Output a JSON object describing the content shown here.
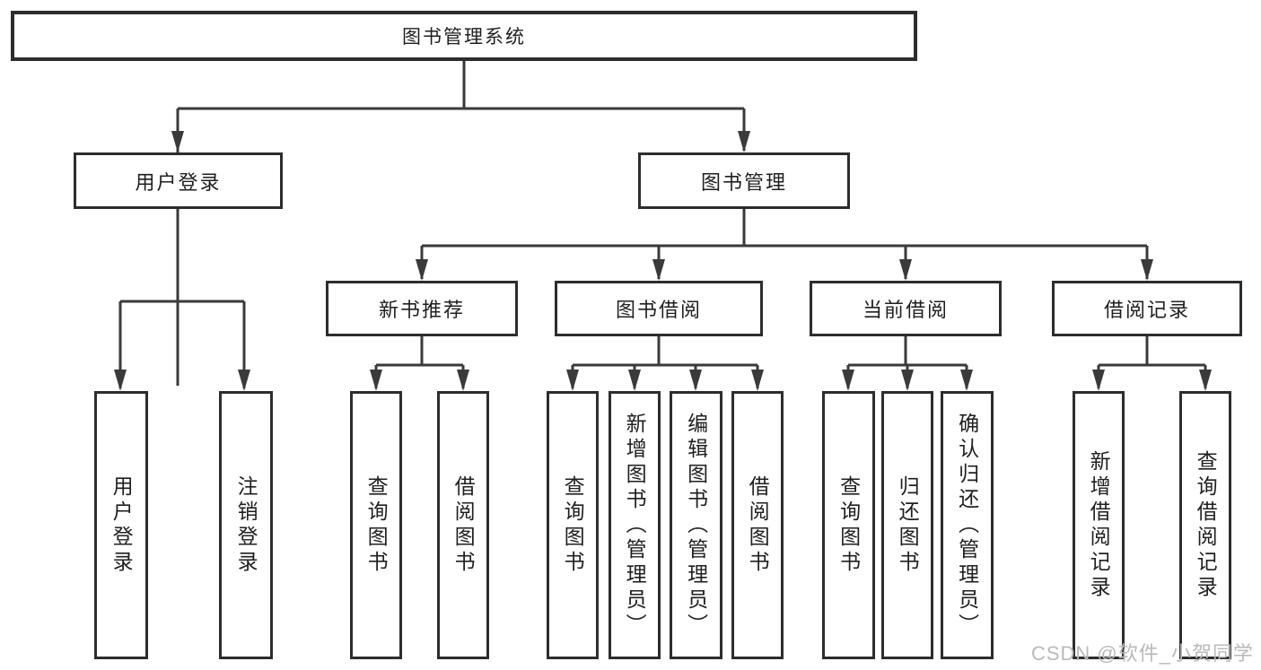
{
  "tree": {
    "root": {
      "label": "图书管理系统"
    },
    "level2": [
      {
        "label": "用户登录",
        "children": [
          {
            "label": "用户登录"
          },
          {
            "label": "注销登录"
          }
        ]
      },
      {
        "label": "图书管理",
        "children": [
          {
            "label": "新书推荐",
            "children": [
              {
                "label": "查询图书"
              },
              {
                "label": "借阅图书"
              }
            ]
          },
          {
            "label": "图书借阅",
            "children": [
              {
                "label": "查询图书"
              },
              {
                "label": "新增图书（管理员）"
              },
              {
                "label": "编辑图书（管理员）"
              },
              {
                "label": "借阅图书"
              }
            ]
          },
          {
            "label": "当前借阅",
            "children": [
              {
                "label": "查询图书"
              },
              {
                "label": "归还图书"
              },
              {
                "label": "确认归还（管理员）"
              }
            ]
          },
          {
            "label": "借阅记录",
            "children": [
              {
                "label": "新增借阅记录"
              },
              {
                "label": "查询借阅记录"
              }
            ]
          }
        ]
      }
    ]
  },
  "watermark": {
    "text": "CSDN @软件_小贺同学"
  },
  "colors": {
    "line": "#3a3a3a",
    "box_border": "#2d2d2d",
    "text": "#1f1f1f",
    "background": "#ffffff",
    "watermark": "#b9b9b9"
  }
}
